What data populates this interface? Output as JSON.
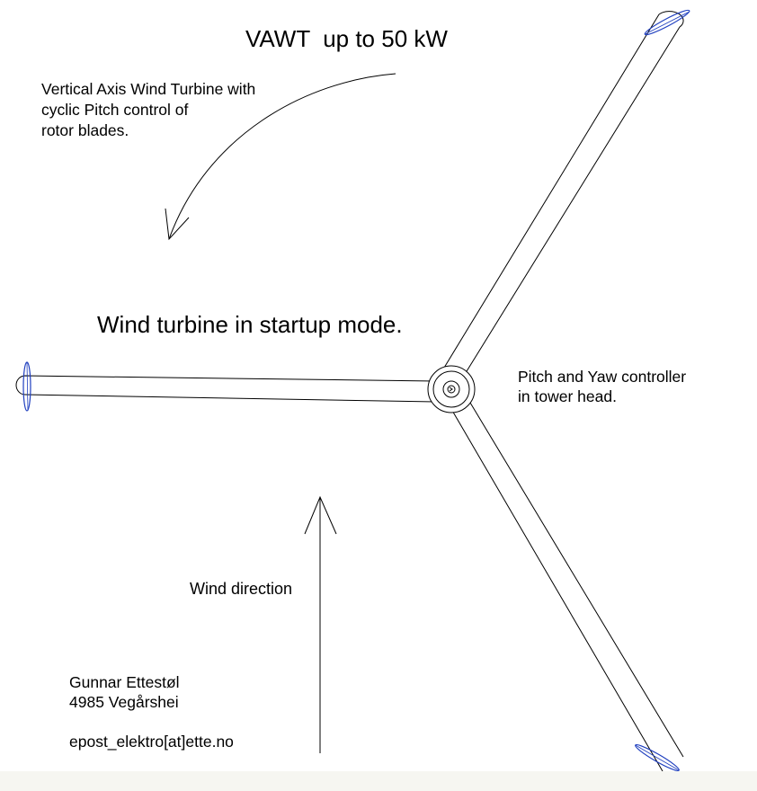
{
  "diagram": {
    "title": "VAWT  up to 50 kW",
    "description_lines": [
      "Vertical Axis Wind Turbine with",
      "cyclic Pitch control of",
      "rotor blades."
    ],
    "mode_label": "Wind turbine in startup mode.",
    "controller_lines": [
      "Pitch and Yaw controller",
      "in tower head."
    ],
    "wind_label": "Wind direction",
    "author_name": "Gunnar Ettestøl",
    "author_address": "4985 Vegårshei",
    "email": "epost_elektro[at]ette.no"
  },
  "colors": {
    "lines": "#000000",
    "blades": "#1f3fbf",
    "background": "#ffffff",
    "footer": "#f6f6f1"
  }
}
